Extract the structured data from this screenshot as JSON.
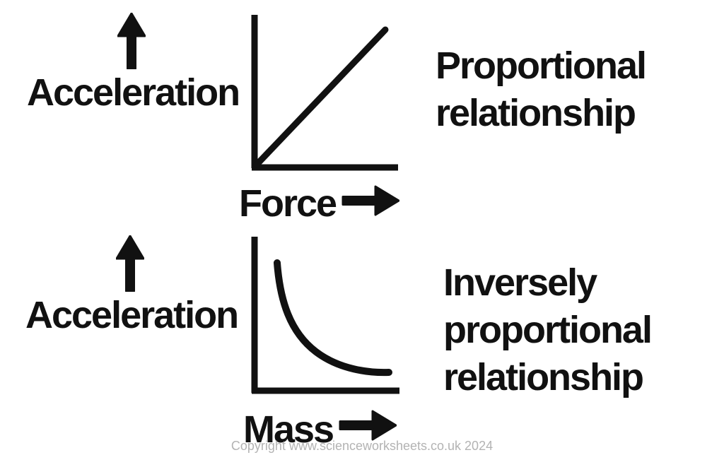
{
  "page": {
    "background_color": "#ffffff",
    "ink_color": "#111111",
    "footer": {
      "copyright": "Copyright www.scienceworksheets.co.uk 2024",
      "color": "#b3b3b3"
    }
  },
  "diagrams": [
    {
      "y_axis_label": "Acceleration",
      "x_axis_label": "Force",
      "caption": "Proportional relationship",
      "curve_shape": "straight line rising from origin"
    },
    {
      "y_axis_label": "Acceleration",
      "x_axis_label": "Mass",
      "caption": "Inversely proportional relationship",
      "curve_shape": "hyperbolic curve decreasing and flattening"
    }
  ],
  "chart_data": [
    {
      "type": "line",
      "title": "Proportional relationship",
      "xlabel": "Force",
      "ylabel": "Acceleration",
      "x": [
        0,
        1
      ],
      "series": [
        {
          "name": "acceleration-vs-force",
          "values": [
            0,
            1
          ]
        }
      ],
      "xlim": [
        0,
        1
      ],
      "ylim": [
        0,
        1
      ],
      "grid": false,
      "axis_ticks": "none",
      "legend": "none",
      "shape_note": "straight line through origin, positive slope"
    },
    {
      "type": "line",
      "title": "Inversely proportional relationship",
      "xlabel": "Mass",
      "ylabel": "Acceleration",
      "x": [
        0.15,
        0.25,
        0.4,
        0.6,
        0.8,
        1.0
      ],
      "series": [
        {
          "name": "acceleration-vs-mass",
          "values": [
            1.0,
            0.6,
            0.38,
            0.25,
            0.19,
            0.16
          ]
        }
      ],
      "xlim": [
        0,
        1
      ],
      "ylim": [
        0,
        1
      ],
      "grid": false,
      "axis_ticks": "none",
      "legend": "none",
      "shape_note": "rectangular hyperbola y = k/x, steep fall then flattens"
    }
  ]
}
